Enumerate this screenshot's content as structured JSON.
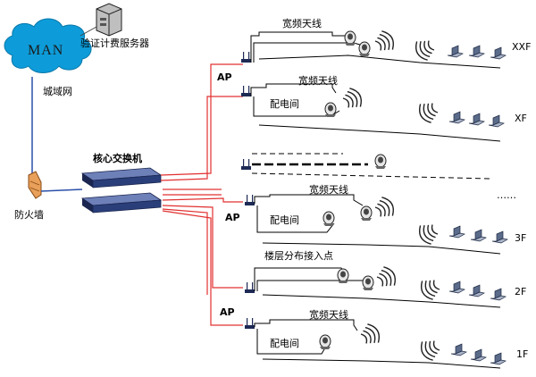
{
  "labels": {
    "man": "MAN",
    "metro_network": "城域网",
    "auth_billing_server": "验证计费服务器",
    "firewall": "防火墙",
    "core_switch": "核心交换机",
    "ap_1": "AP",
    "ap_2": "AP",
    "ap_3": "AP",
    "broadband_antenna_1": "宽频天线",
    "broadband_antenna_2": "宽频天线",
    "broadband_antenna_3": "宽频天线",
    "broadband_antenna_4": "宽频天线",
    "distribution_room_1": "配电间",
    "distribution_room_2": "配电间",
    "distribution_room_3": "配电间",
    "floor_distribution_access_point": "楼层分布接入点",
    "floor_xxf": "XXF",
    "floor_xf": "XF",
    "floor_3f": "3F",
    "floor_2f": "2F",
    "floor_1f": "1F",
    "ellipsis": "……"
  },
  "colors": {
    "cloud": "#0d9cd9",
    "fiber_link": "#2b4fa8",
    "red_link": "#e23030",
    "cable": "#000000",
    "switch_body": "#2a3f7a"
  },
  "icons": [
    "server-icon",
    "cloud-icon",
    "firewall-icon",
    "switch-icon",
    "ap-icon",
    "antenna-icon",
    "wireless-wave-icon",
    "laptop-icon"
  ]
}
